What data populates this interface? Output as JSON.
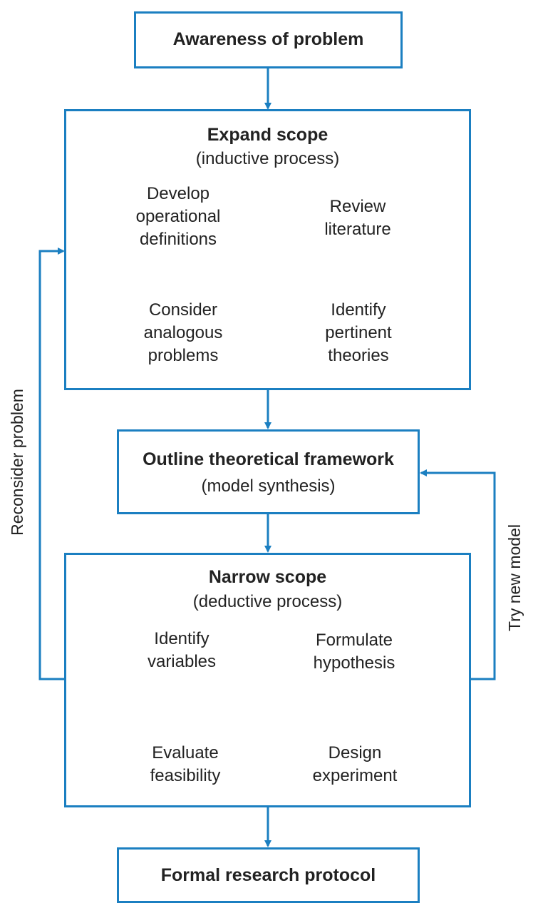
{
  "colors": {
    "accent": "#1b7fc1",
    "text": "#222222"
  },
  "boxes": {
    "awareness": {
      "title": "Awareness of problem"
    },
    "expand": {
      "title": "Expand scope",
      "subtitle": "(inductive process)"
    },
    "outline": {
      "title": "Outline theoretical framework",
      "subtitle": "(model synthesis)"
    },
    "narrow": {
      "title": "Narrow scope",
      "subtitle": "(deductive process)"
    },
    "formal": {
      "title": "Formal research protocol"
    }
  },
  "expand_steps": {
    "develop": [
      "Develop",
      "operational",
      "definitions"
    ],
    "review": [
      "Review",
      "literature"
    ],
    "identify_theories": [
      "Identify",
      "pertinent",
      "theories"
    ],
    "analogous": [
      "Consider",
      "analogous",
      "problems"
    ]
  },
  "narrow_steps": {
    "variables": [
      "Identify",
      "variables"
    ],
    "hypothesis": [
      "Formulate",
      "hypothesis"
    ],
    "experiment": [
      "Design",
      "experiment"
    ],
    "feasibility": [
      "Evaluate",
      "feasibility"
    ]
  },
  "side_labels": {
    "reconsider": "Reconsider problem",
    "try_new": "Try new model"
  }
}
